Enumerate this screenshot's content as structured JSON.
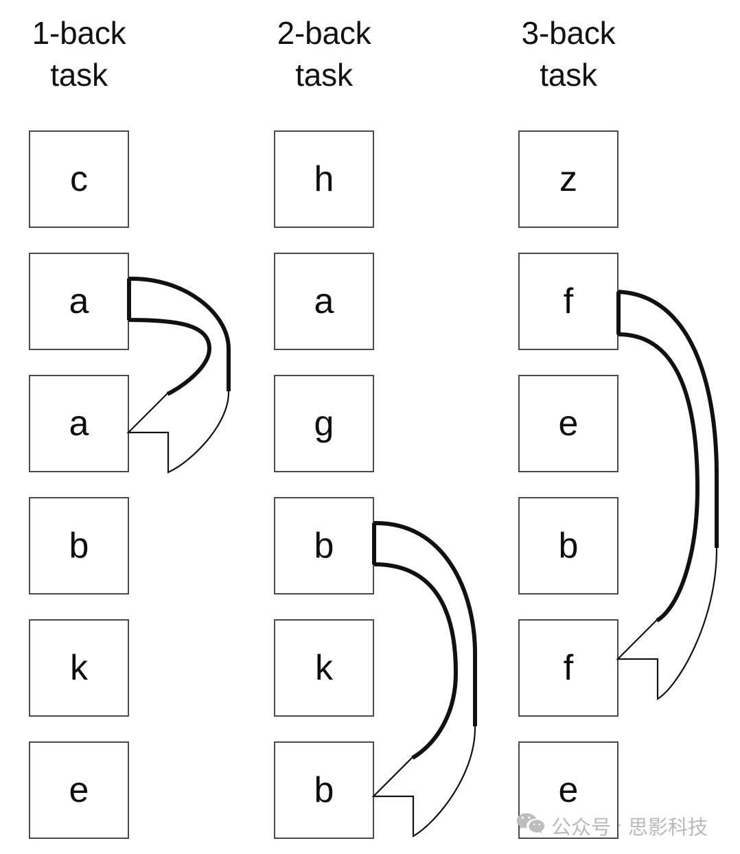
{
  "figure": {
    "title": "N-back task illustration",
    "background_color": "#ffffff",
    "box_border_color": "#4a4a4a",
    "arrow_stroke_color": "#111111",
    "watermark_color": "#b9b9b9"
  },
  "columns": [
    {
      "id": "one-back",
      "header_lines": [
        "1-back",
        "task"
      ],
      "n": 1,
      "stimuli": [
        "c",
        "a",
        "a",
        "b",
        "k",
        "e"
      ],
      "arrow": {
        "from_index": 1,
        "to_index": 2,
        "from_letter": "a",
        "to_letter": "a",
        "span": 1,
        "description": "curved block arrow from row 2 back down to row 3"
      }
    },
    {
      "id": "two-back",
      "header_lines": [
        "2-back",
        "task"
      ],
      "n": 2,
      "stimuli": [
        "h",
        "a",
        "g",
        "b",
        "k",
        "b"
      ],
      "arrow": {
        "from_index": 3,
        "to_index": 5,
        "from_letter": "b",
        "to_letter": "b",
        "span": 2,
        "description": "curved block arrow from row 4 back down to row 6"
      }
    },
    {
      "id": "three-back",
      "header_lines": [
        "3-back",
        "task"
      ],
      "n": 3,
      "stimuli": [
        "z",
        "f",
        "e",
        "b",
        "f",
        "e"
      ],
      "arrow": {
        "from_index": 1,
        "to_index": 4,
        "from_letter": "f",
        "to_letter": "f",
        "span": 3,
        "description": "curved block arrow from row 2 back down to row 5"
      }
    }
  ],
  "watermark": {
    "icon": "wechat-icon",
    "label": "公众号",
    "separator": "·",
    "account": "思影科技"
  }
}
